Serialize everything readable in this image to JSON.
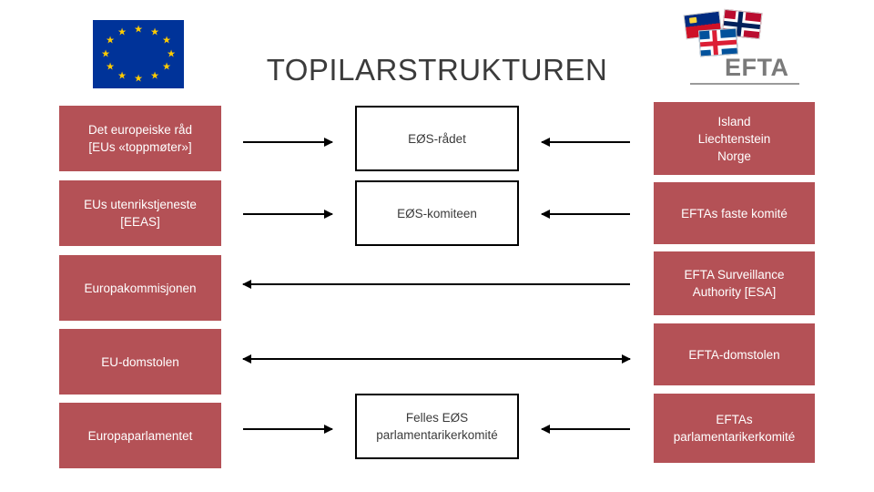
{
  "title": "TOPILARSTRUKTUREN",
  "logos": {
    "eu_flag": {
      "name": "eu-flag",
      "stars": 12,
      "field_color": "#003399",
      "star_color": "#FFCC00"
    },
    "efta": {
      "wordmark": "EFTA",
      "flags": [
        "liechtenstein-flag",
        "norway-flag",
        "iceland-flag"
      ]
    }
  },
  "colors": {
    "red_box": "#b45156",
    "box_text_light": "#ffffff",
    "box_text_dark": "#3b3b3b",
    "arrow": "#000000",
    "title_text": "#3b3b3b"
  },
  "columns": {
    "eu": {
      "name": "eu-column",
      "boxes": [
        {
          "id": "eu-council",
          "label": "Det europeiske råd\n[EUs «toppmøter»]",
          "line1": "Det europeiske råd",
          "line2": "[EUs «toppmøter»]"
        },
        {
          "id": "eeas",
          "label": "EUs utenrikstjeneste\n[EEAS]",
          "line1": "EUs utenrikstjeneste",
          "line2": "[EEAS]"
        },
        {
          "id": "commission",
          "line1": "Europakommisjonen",
          "line2": ""
        },
        {
          "id": "eu-court",
          "line1": "EU-domstolen",
          "line2": ""
        },
        {
          "id": "eu-parliament",
          "line1": "Europaparlamentet",
          "line2": ""
        }
      ]
    },
    "joint": {
      "name": "joint-column",
      "boxes": [
        {
          "id": "ees-radet",
          "line1": "EØS-rådet",
          "line2": ""
        },
        {
          "id": "ees-komiteen",
          "line1": "EØS-komiteen",
          "line2": ""
        },
        {
          "id": "felles-ees-parl",
          "line1": "Felles EØS",
          "line2": "parlamentarikerkomité"
        }
      ]
    },
    "efta": {
      "name": "efta-column",
      "boxes": [
        {
          "id": "efta-states",
          "line1": "Island",
          "line2": "Liechtenstein",
          "line3": "Norge"
        },
        {
          "id": "efta-standing-committee",
          "line1": "EFTAs faste komité",
          "line2": ""
        },
        {
          "id": "esa",
          "line1": "EFTA Surveillance",
          "line2": "Authority [ESA]"
        },
        {
          "id": "efta-court",
          "line1": "EFTA-domstolen",
          "line2": ""
        },
        {
          "id": "efta-parl",
          "line1": "EFTAs",
          "line2": "parlamentarikerkomité"
        }
      ]
    }
  },
  "arrows": [
    {
      "id": "arrow-eu-council-to-ees-radet",
      "direction": "right"
    },
    {
      "id": "arrow-efta-states-to-ees-radet",
      "direction": "left"
    },
    {
      "id": "arrow-eeas-to-ees-komiteen",
      "direction": "right"
    },
    {
      "id": "arrow-efta-standing-to-ees-komiteen",
      "direction": "left"
    },
    {
      "id": "arrow-esa-to-commission",
      "direction": "left"
    },
    {
      "id": "arrow-efta-court-to-eu-court",
      "direction": "left"
    },
    {
      "id": "arrow-eu-court-to-efta-court",
      "direction": "right"
    },
    {
      "id": "arrow-eu-parliament-to-felles",
      "direction": "right"
    },
    {
      "id": "arrow-efta-parl-to-felles",
      "direction": "left"
    }
  ]
}
